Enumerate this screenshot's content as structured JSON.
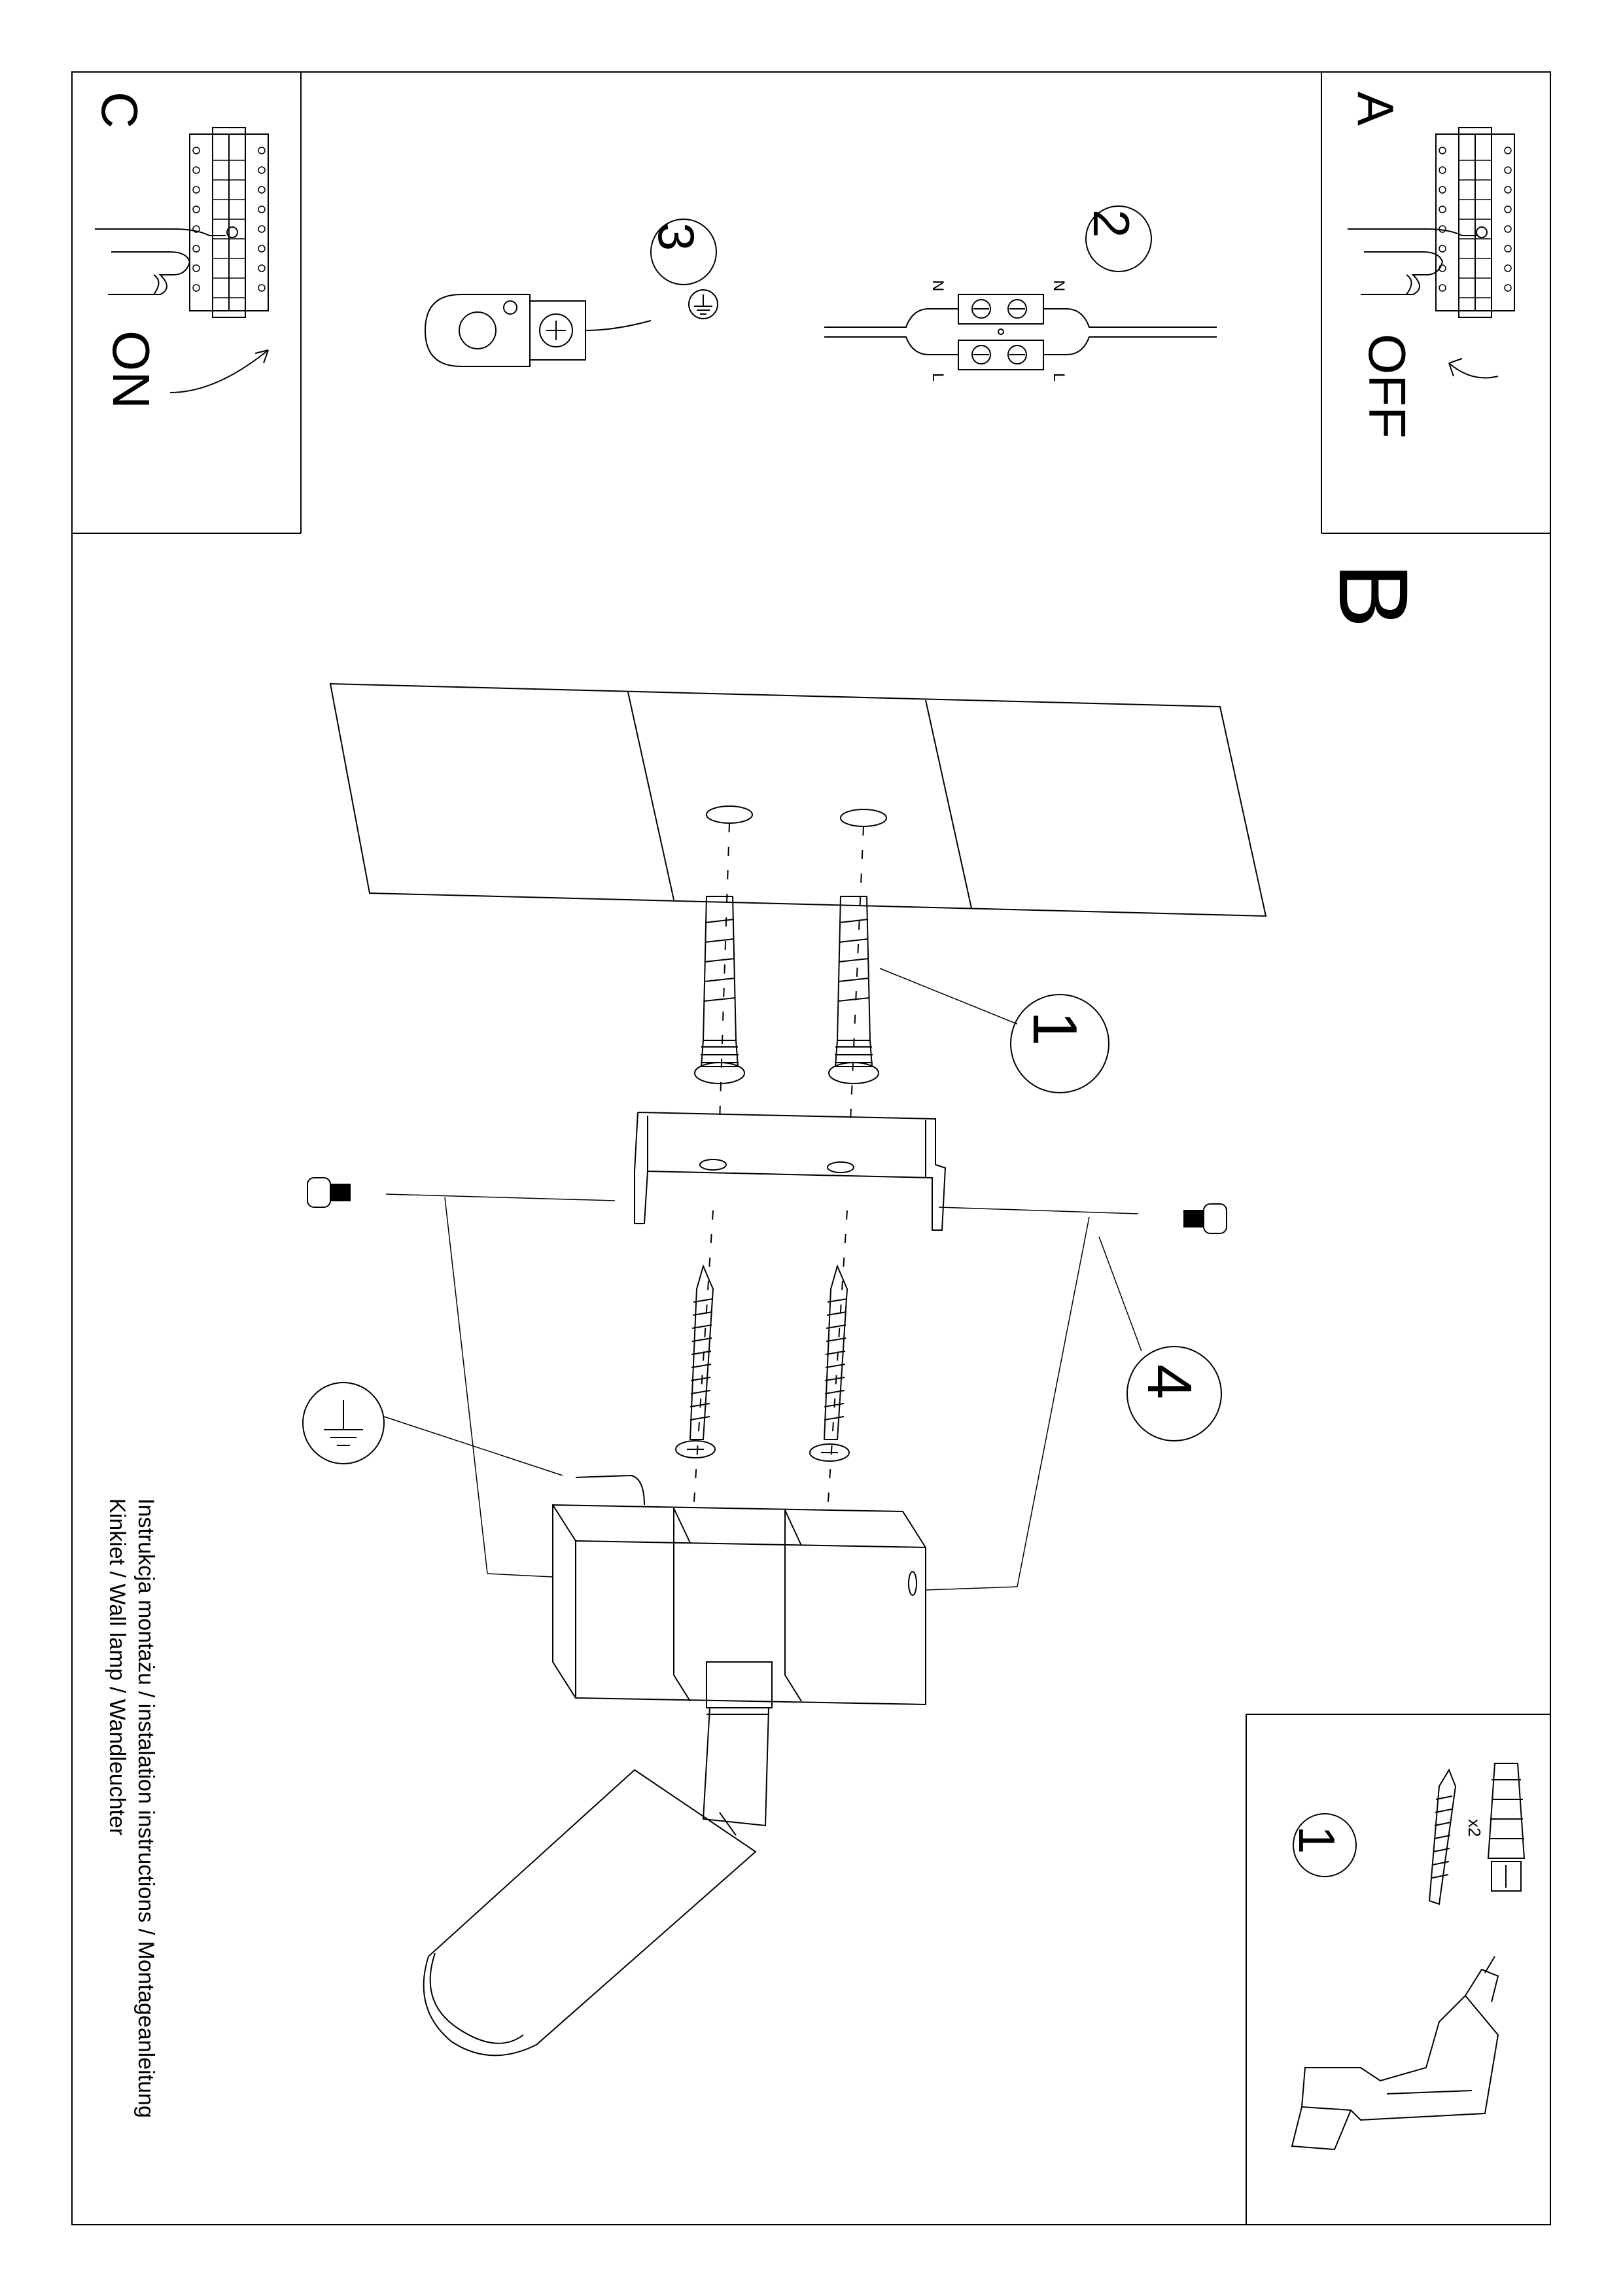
{
  "panels": {
    "a": {
      "letter": "A",
      "state": "OFF"
    },
    "b": {
      "letter": "B"
    },
    "c": {
      "letter": "C",
      "state": "ON"
    }
  },
  "steps": {
    "one": "1",
    "two": "2",
    "three": "3",
    "four": "4"
  },
  "connector": {
    "n_left": "N",
    "n_right": "N",
    "l_left": "L",
    "l_right": "L"
  },
  "tools_panel": {
    "step": "1",
    "quantity": "x2"
  },
  "title": {
    "line1": "Instrukcja montażu / instalation instructions / Montageanleitung",
    "line2": "Kinkiet / Wall lamp / Wandleuchter"
  }
}
